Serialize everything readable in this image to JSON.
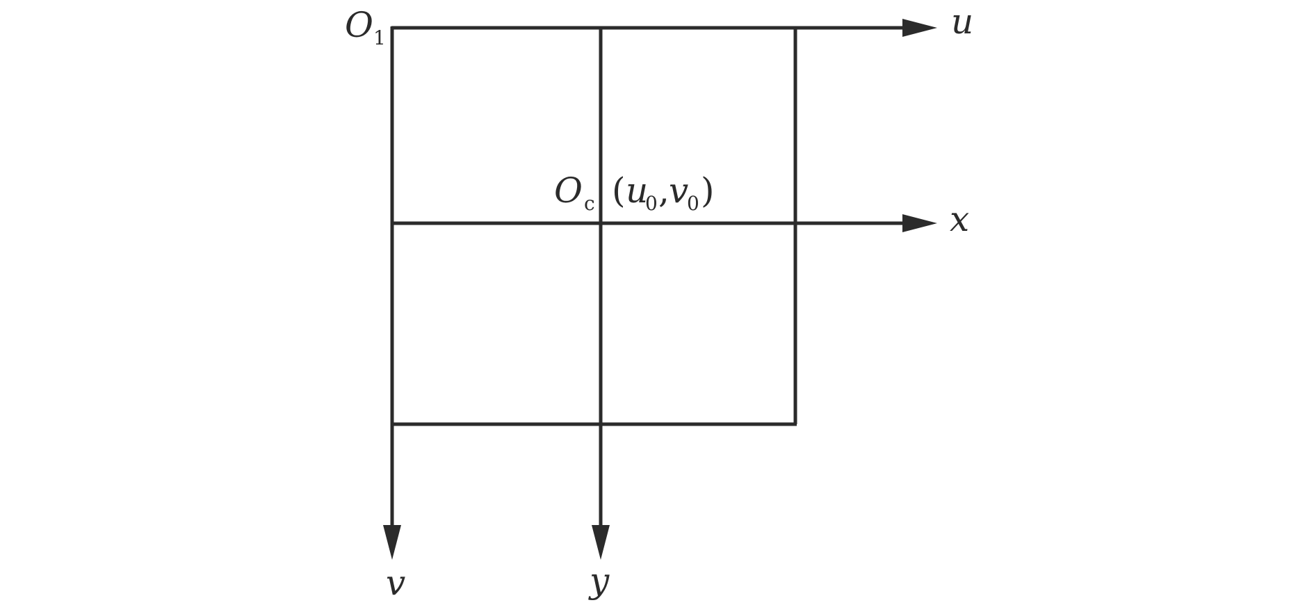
{
  "labels": {
    "origin_image": {
      "main": "O",
      "sub": "1"
    },
    "origin_center": {
      "main": "O",
      "sub": "c"
    },
    "principal_point": {
      "open": "(",
      "u": "u",
      "u_sub": "0",
      "comma": ",",
      "v": "v",
      "v_sub": "0",
      "close": ")"
    },
    "axis_u": "u",
    "axis_v": "v",
    "axis_x": "x",
    "axis_y": "y"
  },
  "colors": {
    "stroke": "#2b2b2b",
    "text": "#2b2b2b",
    "background": "#ffffff"
  }
}
